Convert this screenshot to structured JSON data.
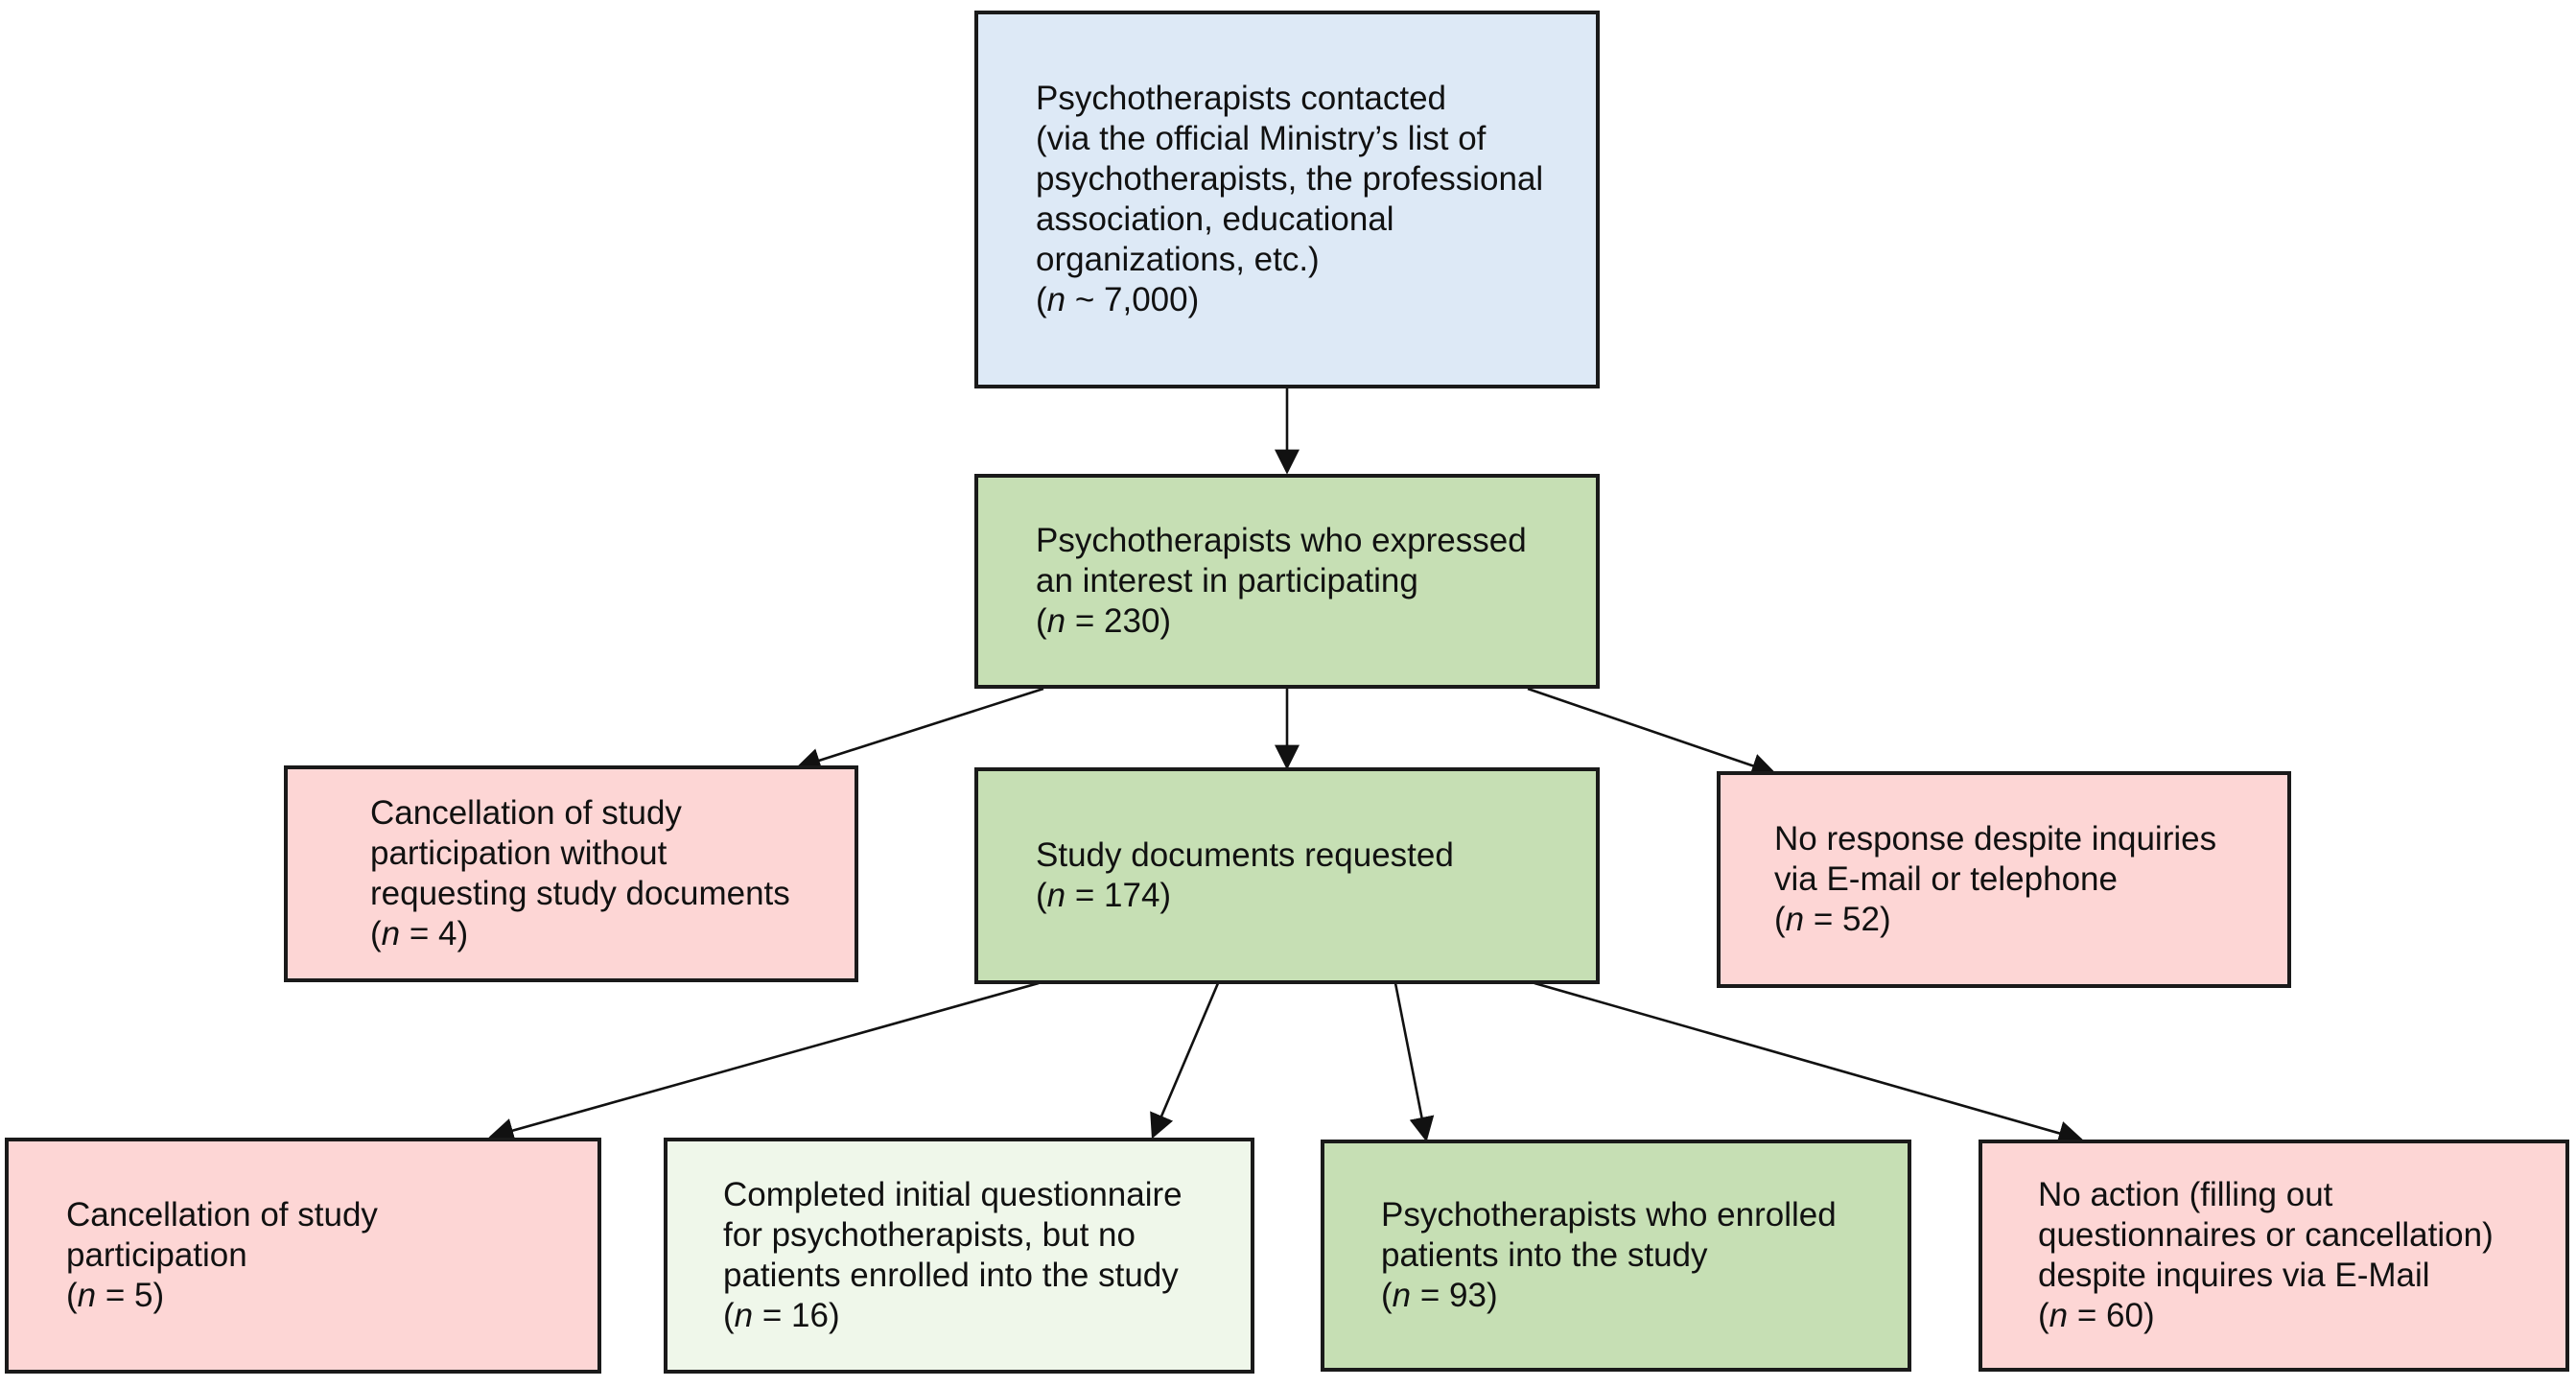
{
  "colors": {
    "blue_fill": "#dde9f6",
    "green_fill": "#c6dfb4",
    "light_green_fill": "#eff7ea",
    "pink_fill": "#fdd6d5",
    "border": "#1a1a1a",
    "arrow": "#111111"
  },
  "nodes": {
    "contacted": {
      "fill": "blue_fill",
      "lines": [
        "Psychotherapists contacted",
        "(via the official Ministry’s list of",
        "psychotherapists, the professional",
        "association, educational",
        "organizations, etc.)"
      ],
      "n_symbol": "n",
      "n_text": " ~ 7,000)"
    },
    "interested": {
      "fill": "green_fill",
      "lines": [
        "Psychotherapists who expressed",
        "an interest in participating"
      ],
      "n_symbol": "n",
      "n_text": " = 230)"
    },
    "cancel_without_docs": {
      "fill": "pink_fill",
      "lines": [
        "Cancellation of study",
        "participation without",
        "requesting study documents"
      ],
      "n_symbol": "n",
      "n_text": " = 4)"
    },
    "docs_requested": {
      "fill": "green_fill",
      "lines": [
        "Study documents requested"
      ],
      "n_symbol": "n",
      "n_text": " = 174)"
    },
    "no_response": {
      "fill": "pink_fill",
      "lines": [
        "No response despite inquiries",
        "via E-mail or telephone"
      ],
      "n_symbol": "n",
      "n_text": " = 52)"
    },
    "cancel_participation": {
      "fill": "pink_fill",
      "lines": [
        "Cancellation of study",
        "participation"
      ],
      "n_symbol": "n",
      "n_text": " = 5)"
    },
    "initial_questionnaire": {
      "fill": "light_green_fill",
      "lines": [
        "Completed initial questionnaire",
        "for psychotherapists, but no",
        "patients enrolled into the study"
      ],
      "n_symbol": "n",
      "n_text": " = 16)"
    },
    "enrolled": {
      "fill": "green_fill",
      "lines": [
        "Psychotherapists who enrolled",
        "patients into the study"
      ],
      "n_symbol": "n",
      "n_text": " = 93)"
    },
    "no_action": {
      "fill": "pink_fill",
      "lines": [
        "No action (filling out",
        "questionnaires or cancellation)",
        "despite inquires via E-Mail"
      ],
      "n_symbol": "n",
      "n_text": " = 60)"
    }
  },
  "edges": [
    {
      "from": "contacted",
      "to": "interested"
    },
    {
      "from": "interested",
      "to": "cancel_without_docs"
    },
    {
      "from": "interested",
      "to": "docs_requested"
    },
    {
      "from": "interested",
      "to": "no_response"
    },
    {
      "from": "docs_requested",
      "to": "cancel_participation"
    },
    {
      "from": "docs_requested",
      "to": "initial_questionnaire"
    },
    {
      "from": "docs_requested",
      "to": "enrolled"
    },
    {
      "from": "docs_requested",
      "to": "no_action"
    }
  ]
}
